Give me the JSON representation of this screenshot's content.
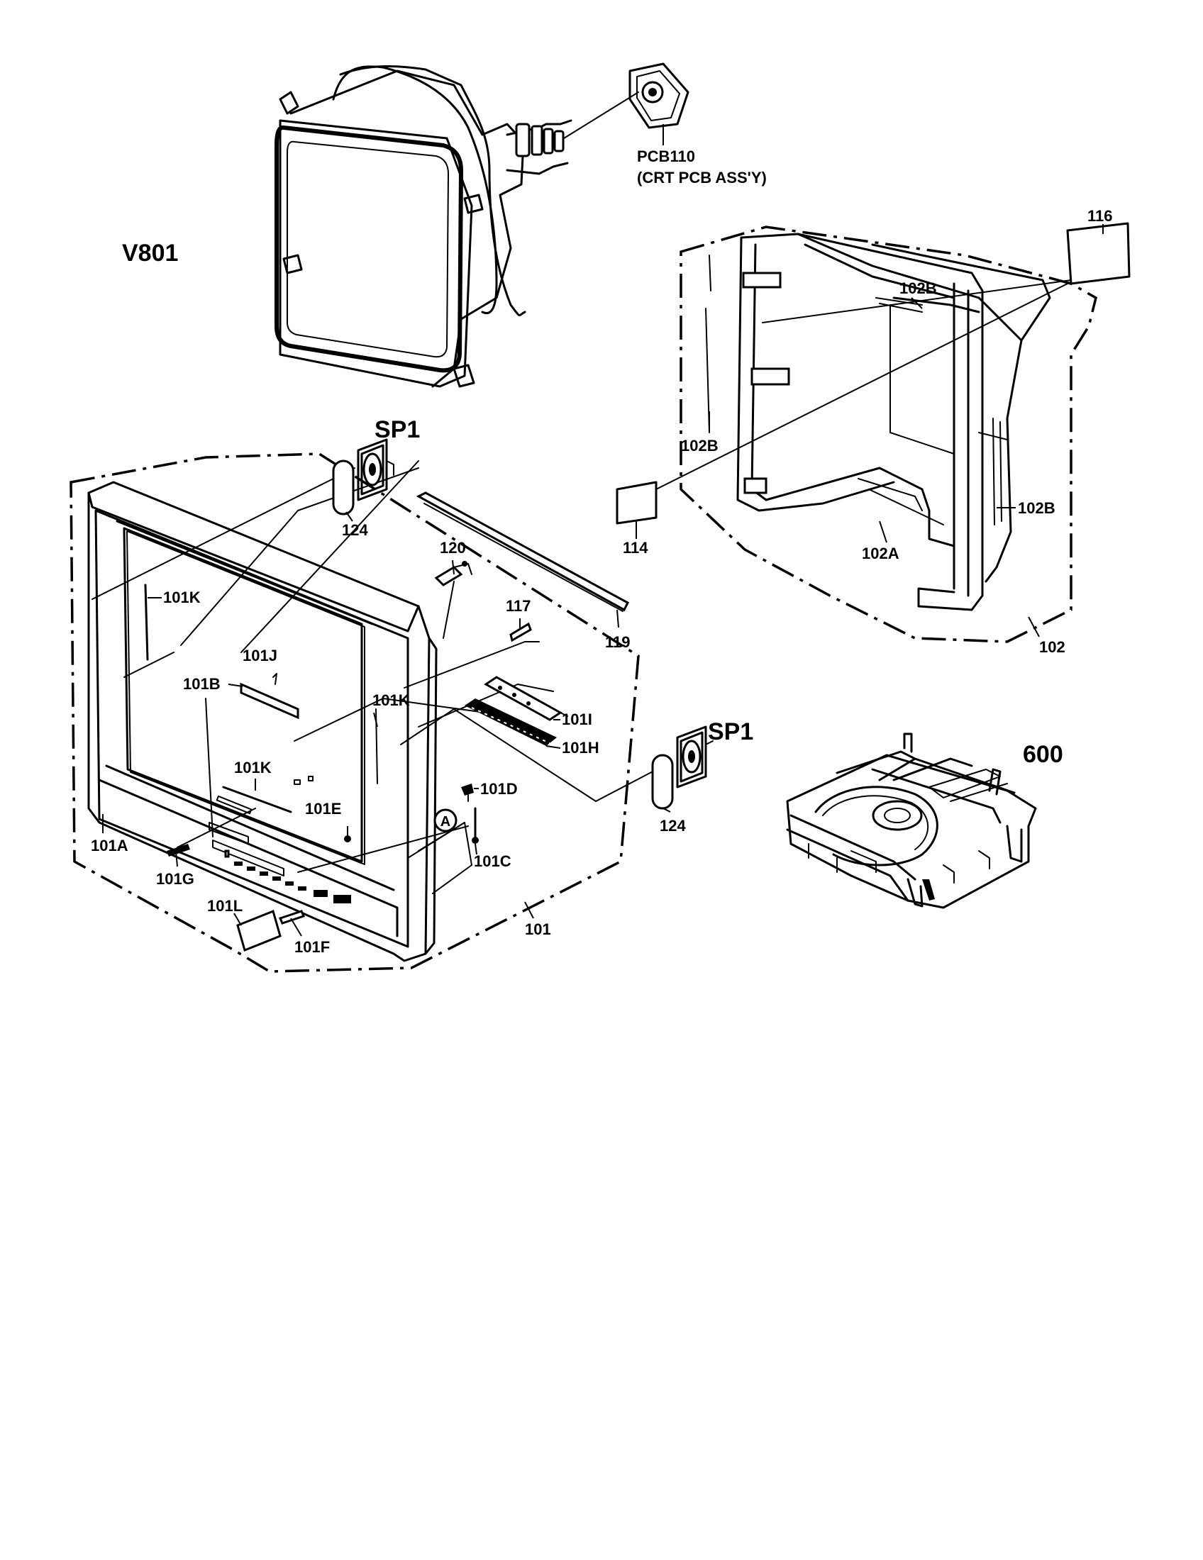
{
  "labels": {
    "v801": "V801",
    "pcb110": "PCB110",
    "pcb110_desc": "(CRT PCB ASS'Y)",
    "l116": "116",
    "l102b_top": "102B",
    "l102b_left": "102B",
    "l102b_right": "102B",
    "l114": "114",
    "l102a": "102A",
    "l102": "102",
    "sp1_top": "SP1",
    "l124_top": "124",
    "l120": "120",
    "l117": "117",
    "l119": "119",
    "l101k_left": "101K",
    "l101j": "101J",
    "l101b": "101B",
    "l101k_mid": "101K",
    "l101k_lower": "101K",
    "l101i": "101I",
    "l101h": "101H",
    "sp1_right": "SP1",
    "l124_right": "124",
    "l600": "600",
    "l101d": "101D",
    "l101e": "101E",
    "l101a": "101A",
    "l101c": "101C",
    "l101g": "101G",
    "l101l": "101L",
    "l101f": "101F",
    "l101": "101",
    "ref_a": "A"
  }
}
